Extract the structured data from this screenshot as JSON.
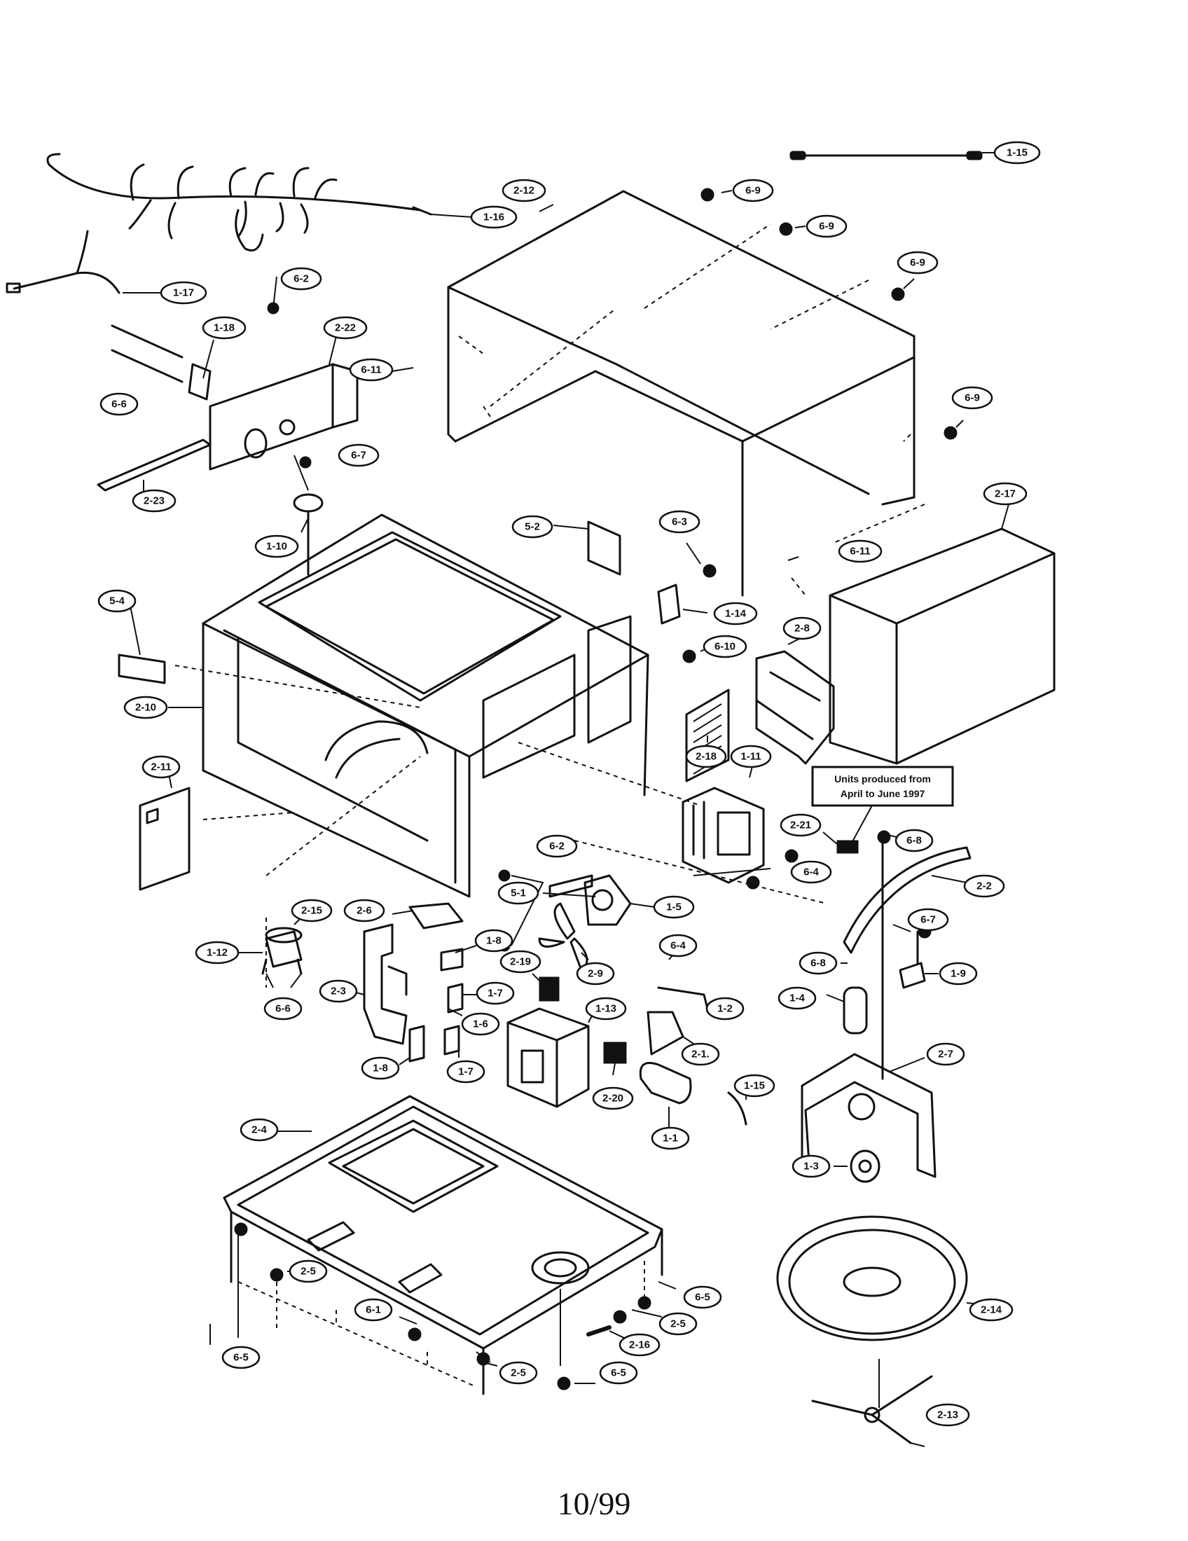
{
  "page_number": "10/99",
  "note": {
    "line1": "Units produced from",
    "line2": "April to June 1997"
  },
  "callouts": [
    {
      "id": "t1",
      "label": "1-15"
    },
    {
      "id": "t2",
      "label": "1-16"
    },
    {
      "id": "t3",
      "label": "2-12"
    },
    {
      "id": "t4",
      "label": "6-9"
    },
    {
      "id": "t5",
      "label": "6-9"
    },
    {
      "id": "t6",
      "label": "6-9"
    },
    {
      "id": "t7",
      "label": "6-9"
    },
    {
      "id": "t8",
      "label": "1-17"
    },
    {
      "id": "t9",
      "label": "6-2"
    },
    {
      "id": "t10",
      "label": "1-18"
    },
    {
      "id": "t11",
      "label": "2-22"
    },
    {
      "id": "t12",
      "label": "6-11"
    },
    {
      "id": "t13",
      "label": "6-6"
    },
    {
      "id": "t14",
      "label": "6-7"
    },
    {
      "id": "t15",
      "label": "2-23"
    },
    {
      "id": "t16",
      "label": "2-17"
    },
    {
      "id": "t17",
      "label": "1-10"
    },
    {
      "id": "t18",
      "label": "5-2"
    },
    {
      "id": "t19",
      "label": "6-3"
    },
    {
      "id": "t20",
      "label": "6-11"
    },
    {
      "id": "t21",
      "label": "5-4"
    },
    {
      "id": "t22",
      "label": "1-14"
    },
    {
      "id": "t23",
      "label": "2-8"
    },
    {
      "id": "t24",
      "label": "6-10"
    },
    {
      "id": "t25",
      "label": "2-10"
    },
    {
      "id": "t26",
      "label": "2-18"
    },
    {
      "id": "t27",
      "label": "1-11"
    },
    {
      "id": "t28",
      "label": "2-11"
    },
    {
      "id": "t29",
      "label": "2-21"
    },
    {
      "id": "t30",
      "label": "6-8"
    },
    {
      "id": "t31",
      "label": "6-2"
    },
    {
      "id": "t32",
      "label": "6-4"
    },
    {
      "id": "t33",
      "label": "2-2"
    },
    {
      "id": "t34",
      "label": "5-1"
    },
    {
      "id": "t35",
      "label": "2-15"
    },
    {
      "id": "t36",
      "label": "2-6"
    },
    {
      "id": "t37",
      "label": "1-5"
    },
    {
      "id": "t38",
      "label": "6-7"
    },
    {
      "id": "t39",
      "label": "1-12"
    },
    {
      "id": "t40",
      "label": "1-8"
    },
    {
      "id": "t41",
      "label": "2-19"
    },
    {
      "id": "t42",
      "label": "2-9"
    },
    {
      "id": "t43",
      "label": "6-4"
    },
    {
      "id": "t44",
      "label": "6-8"
    },
    {
      "id": "t45",
      "label": "1-9"
    },
    {
      "id": "t46",
      "label": "2-3"
    },
    {
      "id": "t47",
      "label": "1-7"
    },
    {
      "id": "t48",
      "label": "6-6"
    },
    {
      "id": "t49",
      "label": "1-6"
    },
    {
      "id": "t50",
      "label": "1-13"
    },
    {
      "id": "t51",
      "label": "1-2"
    },
    {
      "id": "t52",
      "label": "1-4"
    },
    {
      "id": "t53",
      "label": "2-1."
    },
    {
      "id": "t54",
      "label": "1-8"
    },
    {
      "id": "t55",
      "label": "1-7"
    },
    {
      "id": "t56",
      "label": "2-7"
    },
    {
      "id": "t57",
      "label": "2-20"
    },
    {
      "id": "t58",
      "label": "1-15"
    },
    {
      "id": "t59",
      "label": "2-4"
    },
    {
      "id": "t60",
      "label": "1-1"
    },
    {
      "id": "t61",
      "label": "1-3"
    },
    {
      "id": "t62",
      "label": "2-5"
    },
    {
      "id": "t63",
      "label": "6-5"
    },
    {
      "id": "t64",
      "label": "6-1"
    },
    {
      "id": "t65",
      "label": "2-5"
    },
    {
      "id": "t66",
      "label": "2-14"
    },
    {
      "id": "t67",
      "label": "2-16"
    },
    {
      "id": "t68",
      "label": "6-5"
    },
    {
      "id": "t69",
      "label": "2-5"
    },
    {
      "id": "t70",
      "label": "6-5"
    },
    {
      "id": "t71",
      "label": "2-13"
    }
  ]
}
